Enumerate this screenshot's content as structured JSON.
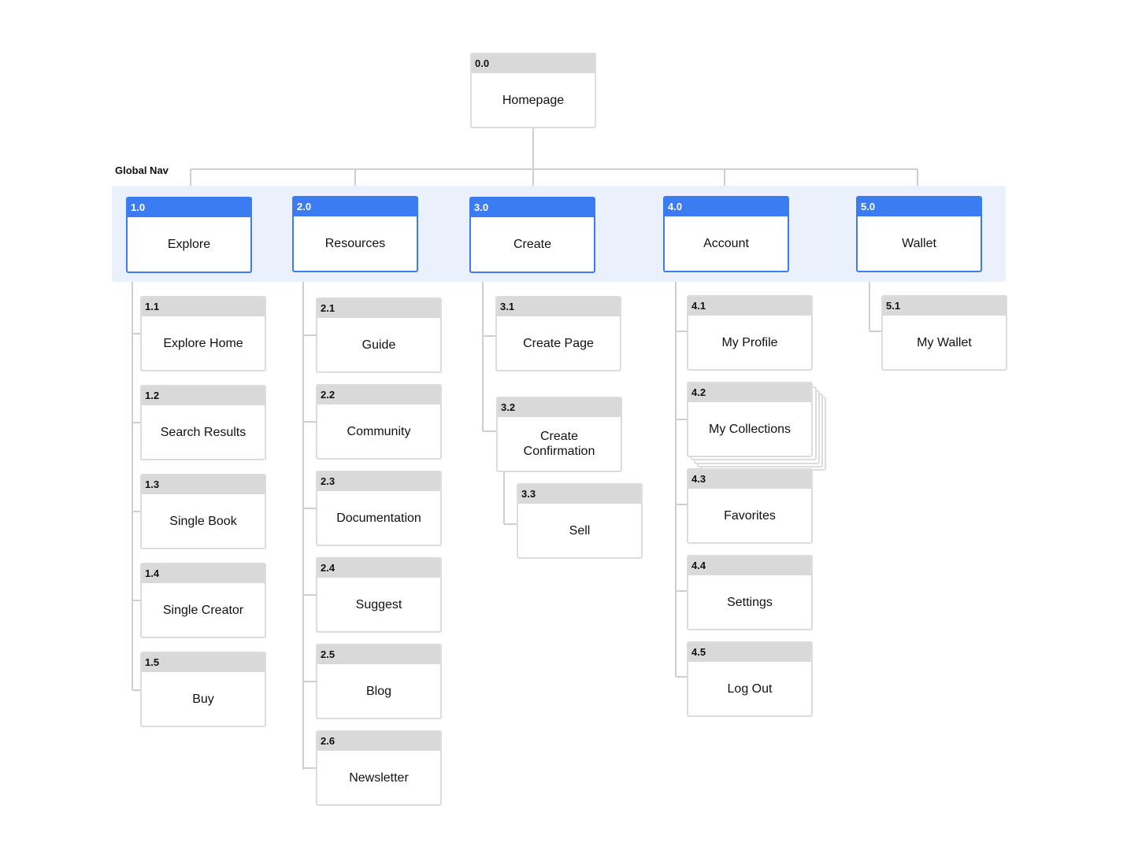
{
  "nav_label": "Global Nav",
  "colors": {
    "nav_accent": "#3b7cf2",
    "nav_band": "#eaf0fc",
    "page_header": "#d9d9d9",
    "connector": "#cfcfcf"
  },
  "root": {
    "num": "0.0",
    "label": "Homepage"
  },
  "sections": [
    {
      "num": "1.0",
      "label": "Explore",
      "children": [
        {
          "num": "1.1",
          "label": "Explore Home"
        },
        {
          "num": "1.2",
          "label": "Search Results"
        },
        {
          "num": "1.3",
          "label": "Single Book"
        },
        {
          "num": "1.4",
          "label": "Single Creator"
        },
        {
          "num": "1.5",
          "label": "Buy"
        }
      ]
    },
    {
      "num": "2.0",
      "label": "Resources",
      "children": [
        {
          "num": "2.1",
          "label": "Guide"
        },
        {
          "num": "2.2",
          "label": "Community"
        },
        {
          "num": "2.3",
          "label": "Documentation"
        },
        {
          "num": "2.4",
          "label": "Suggest"
        },
        {
          "num": "2.5",
          "label": "Blog"
        },
        {
          "num": "2.6",
          "label": "Newsletter"
        }
      ]
    },
    {
      "num": "3.0",
      "label": "Create",
      "children": [
        {
          "num": "3.1",
          "label": "Create Page"
        },
        {
          "num": "3.2",
          "label": "Create Confirmation"
        },
        {
          "num": "3.3",
          "label": "Sell"
        }
      ]
    },
    {
      "num": "4.0",
      "label": "Account",
      "children": [
        {
          "num": "4.1",
          "label": "My Profile"
        },
        {
          "num": "4.2",
          "label": "My Collections"
        },
        {
          "num": "4.3",
          "label": "Favorites"
        },
        {
          "num": "4.4",
          "label": "Settings"
        },
        {
          "num": "4.5",
          "label": "Log Out"
        }
      ]
    },
    {
      "num": "5.0",
      "label": "Wallet",
      "children": [
        {
          "num": "5.1",
          "label": "My Wallet"
        }
      ]
    }
  ]
}
